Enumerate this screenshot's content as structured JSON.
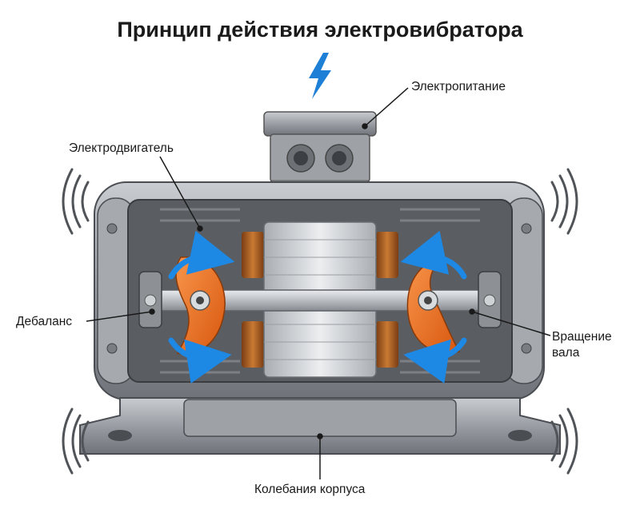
{
  "title": "Принцип действия электровибратора",
  "labels": {
    "power": "Электропитание",
    "motor": "Электродвигатель",
    "unbalance": "Дебаланс",
    "shaft": "Вращение\nвала",
    "vibration": "Колебания корпуса"
  },
  "icons": {
    "power": "lightning-bolt-icon",
    "vibration": "vibration-waves-icon",
    "rotation": "rotation-arrow-icon"
  },
  "colors": {
    "unbalance": "#e86a1c",
    "rotation_arrow": "#1e88e5",
    "lightning": "#1e7fd6",
    "housing": "#8e9196",
    "winding": "#b5651d"
  }
}
